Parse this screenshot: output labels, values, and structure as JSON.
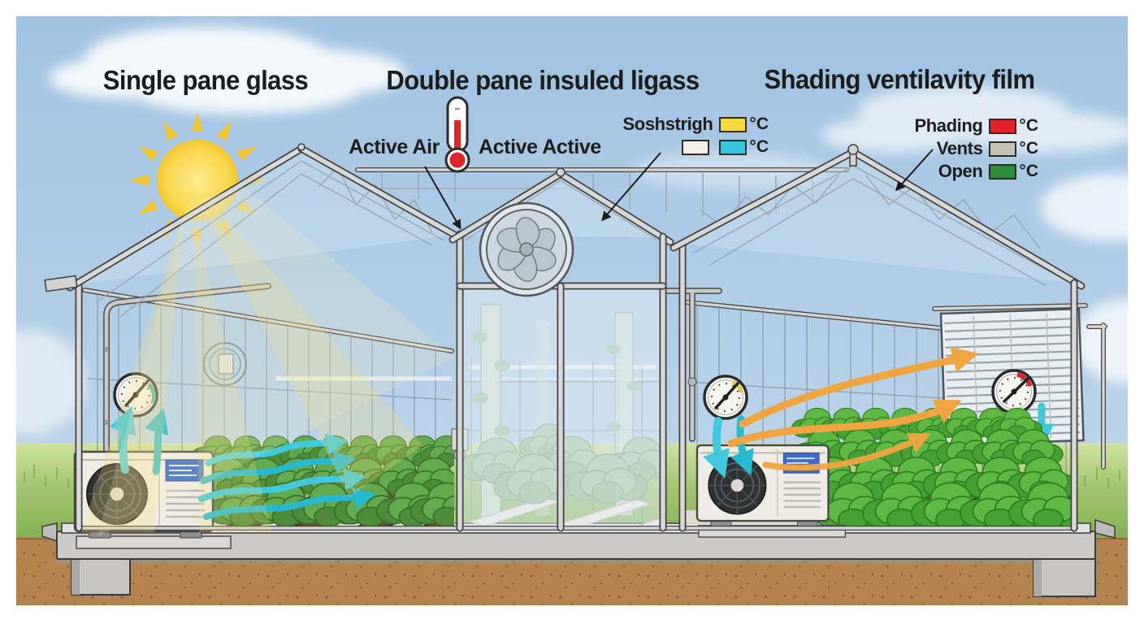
{
  "titles": {
    "left": "Single pane glass",
    "middle": "Double pane insuled ligass",
    "right": "Shading ventilavity film"
  },
  "annotations": {
    "active_air": "Active Air",
    "active_active": "Active Active"
  },
  "legend_middle": {
    "row1": {
      "label": "Soshstrigh",
      "swatch_color": "#f6d83a",
      "unit": "°C"
    },
    "row2": {
      "swatch1_color": "#f1f0e8",
      "swatch2_color": "#35c6dc",
      "unit": "°C"
    }
  },
  "legend_right": {
    "rows": [
      {
        "label": "Phading",
        "swatch_color": "#e32227",
        "unit": "°C"
      },
      {
        "label": "Vents",
        "swatch_color": "#c5c0b6",
        "unit": "°C"
      },
      {
        "label": "Open",
        "swatch_color": "#2e8b3a",
        "unit": "°C"
      }
    ]
  },
  "icons": {
    "sun": "sun-icon",
    "thermometer": "thermometer-icon",
    "exhaust_fan": "exhaust-fan-icon",
    "gauges": [
      "temperature-gauge-left",
      "temperature-gauge-right",
      "temperature-gauge-louver"
    ],
    "ac_units": [
      "heat-pump-left",
      "heat-pump-right"
    ],
    "louver": "shading-louver-panel"
  },
  "palette": {
    "sun": "#f5c92e",
    "cool_air_arrow": "#3fc9de",
    "warm_air_arrow": "#f2a43e",
    "sky": "#a9c8e4",
    "grass": "#8db457",
    "soil": "#b5834e",
    "frame": "#d8d8d6",
    "glass_tint": "#cfe2ef"
  }
}
